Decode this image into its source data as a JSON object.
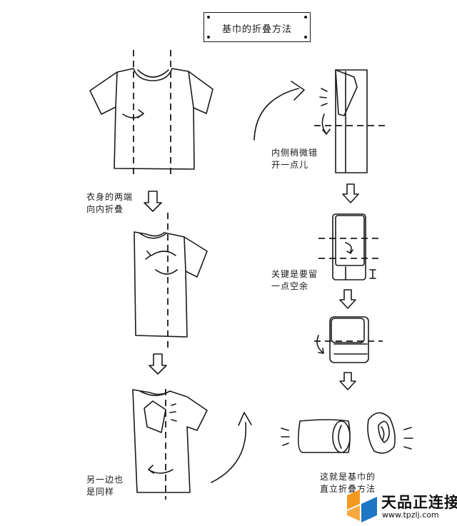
{
  "title": "基巾的折叠方法",
  "steps": {
    "step1": "衣身的两端\n向内折叠",
    "step2": "另一边也\n是同样",
    "step3": "内侧稍微错\n开一点儿",
    "step4": "关键是要留\n一点空余",
    "step5": "这就是基巾的\n直立折叠方法"
  },
  "logo": {
    "name": "天品正连接",
    "url": "www.tpzlj.com",
    "colors": {
      "orange": "#f39a1e",
      "blue": "#1e77c4"
    }
  }
}
